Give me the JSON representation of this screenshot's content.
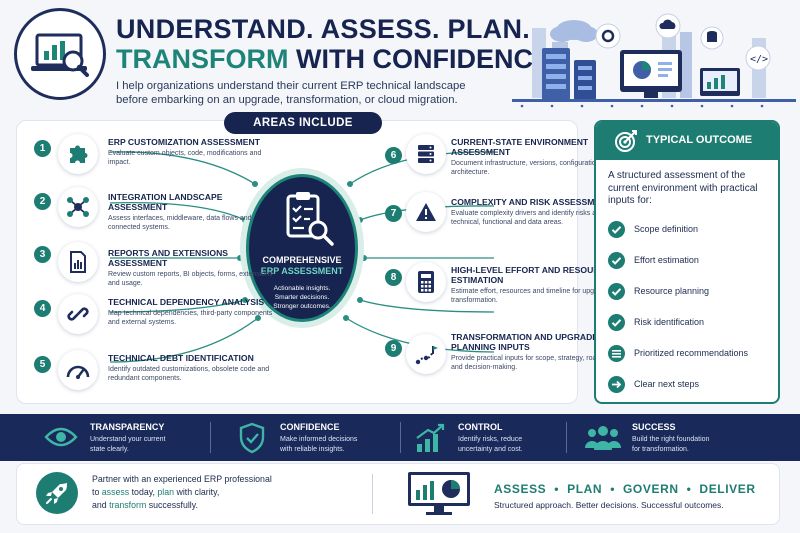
{
  "header": {
    "title_line1": "UNDERSTAND. ASSESS. PLAN.",
    "title_line2_accent": "TRANSFORM",
    "title_line2_rest": " WITH CONFIDENCE.",
    "intro": "I help organizations understand their current ERP technical landscape before embarking on an upgrade, transformation, or cloud migration."
  },
  "areas": {
    "label": "AREAS INCLUDE",
    "items": [
      {
        "num": "1",
        "title": "ERP CUSTOMIZATION ASSESSMENT",
        "desc": "Evaluate custom objects, code, modifications and impact.",
        "icon": "puzzle-icon"
      },
      {
        "num": "2",
        "title": "INTEGRATION LANDSCAPE ASSESSMENT",
        "desc": "Assess interfaces, middleware, data flows and connected systems.",
        "icon": "network-icon"
      },
      {
        "num": "3",
        "title": "REPORTS AND EXTENSIONS ASSESSMENT",
        "desc": "Review custom reports, BI objects, forms, extensions and usage.",
        "icon": "report-icon"
      },
      {
        "num": "4",
        "title": "TECHNICAL DEPENDENCY ANALYSIS",
        "desc": "Map technical dependencies, third-party components and external systems.",
        "icon": "link-icon"
      },
      {
        "num": "5",
        "title": "TECHNICAL DEBT IDENTIFICATION",
        "desc": "Identify outdated customizations, obsolete code and redundant components.",
        "icon": "gauge-icon"
      },
      {
        "num": "6",
        "title": "CURRENT-STATE ENVIRONMENT ASSESSMENT",
        "desc": "Document infrastructure, versions, configurations and architecture.",
        "icon": "server-icon"
      },
      {
        "num": "7",
        "title": "COMPLEXITY AND RISK ASSESSMENT",
        "desc": "Evaluate complexity drivers and identify risks across technical, functional and data areas.",
        "icon": "warning-icon"
      },
      {
        "num": "8",
        "title": "HIGH-LEVEL EFFORT AND RESOURCE ESTIMATION",
        "desc": "Estimate effort, resources and timeline for upgrade or transformation.",
        "icon": "calculator-icon"
      },
      {
        "num": "9",
        "title": "TRANSFORMATION AND UPGRADE PLANNING INPUTS",
        "desc": "Provide practical inputs for scope, strategy, roadmap and decision-making.",
        "icon": "roadmap-icon"
      }
    ]
  },
  "center": {
    "line1": "COMPREHENSIVE",
    "line2": "ERP ASSESSMENT",
    "sub1": "Actionable insights.",
    "sub2": "Smarter decisions.",
    "sub3": "Stronger outcomes."
  },
  "outcome": {
    "title": "TYPICAL OUTCOME",
    "text": "A structured assessment of the current environment with practical inputs for:",
    "items": [
      "Scope definition",
      "Effort estimation",
      "Resource planning",
      "Risk identification",
      "Prioritized recommendations",
      "Clear next steps"
    ]
  },
  "band": [
    {
      "title": "TRANSPARENCY",
      "desc1": "Understand your current",
      "desc2": "state clearly.",
      "icon": "eye-icon"
    },
    {
      "title": "CONFIDENCE",
      "desc1": "Make informed decisions",
      "desc2": "with reliable insights.",
      "icon": "shield-check-icon"
    },
    {
      "title": "CONTROL",
      "desc1": "Identify risks, reduce",
      "desc2": "uncertainty and cost.",
      "icon": "growth-chart-icon"
    },
    {
      "title": "SUCCESS",
      "desc1": "Build the right foundation",
      "desc2": "for transformation.",
      "icon": "team-icon"
    }
  ],
  "footer": {
    "line1": "Partner with an experienced ERP professional",
    "to": "to ",
    "assess": "assess",
    "today": " today, ",
    "plan": "plan",
    "clarity": " with clarity,",
    "and": "and ",
    "transform": "transform",
    "success": " successfully.",
    "steps": [
      "ASSESS",
      "PLAN",
      "GOVERN",
      "DELIVER"
    ],
    "tagline": "Structured approach. Better decisions. Successful outcomes."
  },
  "colors": {
    "navy": "#16244f",
    "teal": "#1e7d72",
    "band": "#18295a"
  }
}
